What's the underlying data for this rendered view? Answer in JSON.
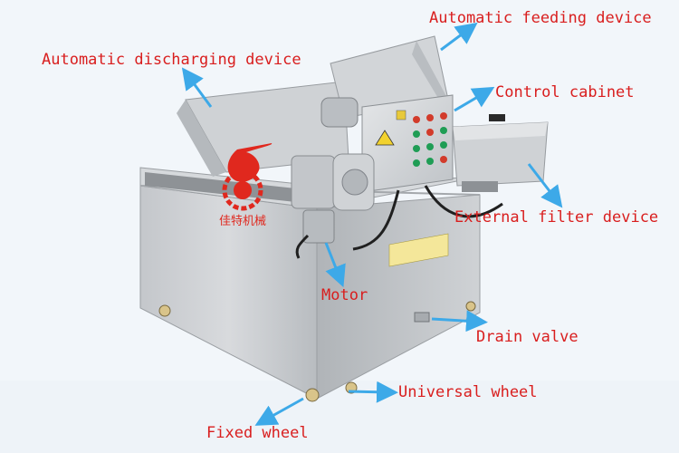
{
  "colors": {
    "label_text": "#d91e1e",
    "arrow": "#3da9e8",
    "background": "#f2f6fa",
    "steel": "#c9ccd0",
    "logo_red": "#e0281e"
  },
  "logo": {
    "text": "佳特机械"
  },
  "labels": {
    "automatic_feeding_device": "Automatic feeding device",
    "automatic_discharging_device": "Automatic discharging device",
    "control_cabinet": "Control cabinet",
    "external_filter_device": "External filter device",
    "motor": "Motor",
    "drain_valve": "Drain valve",
    "universal_wheel": "Universal wheel",
    "fixed_wheel": "Fixed wheel"
  },
  "icons": [
    "arrow-icon",
    "gear-logo-icon",
    "warning-sign-icon",
    "control-button-icon"
  ]
}
